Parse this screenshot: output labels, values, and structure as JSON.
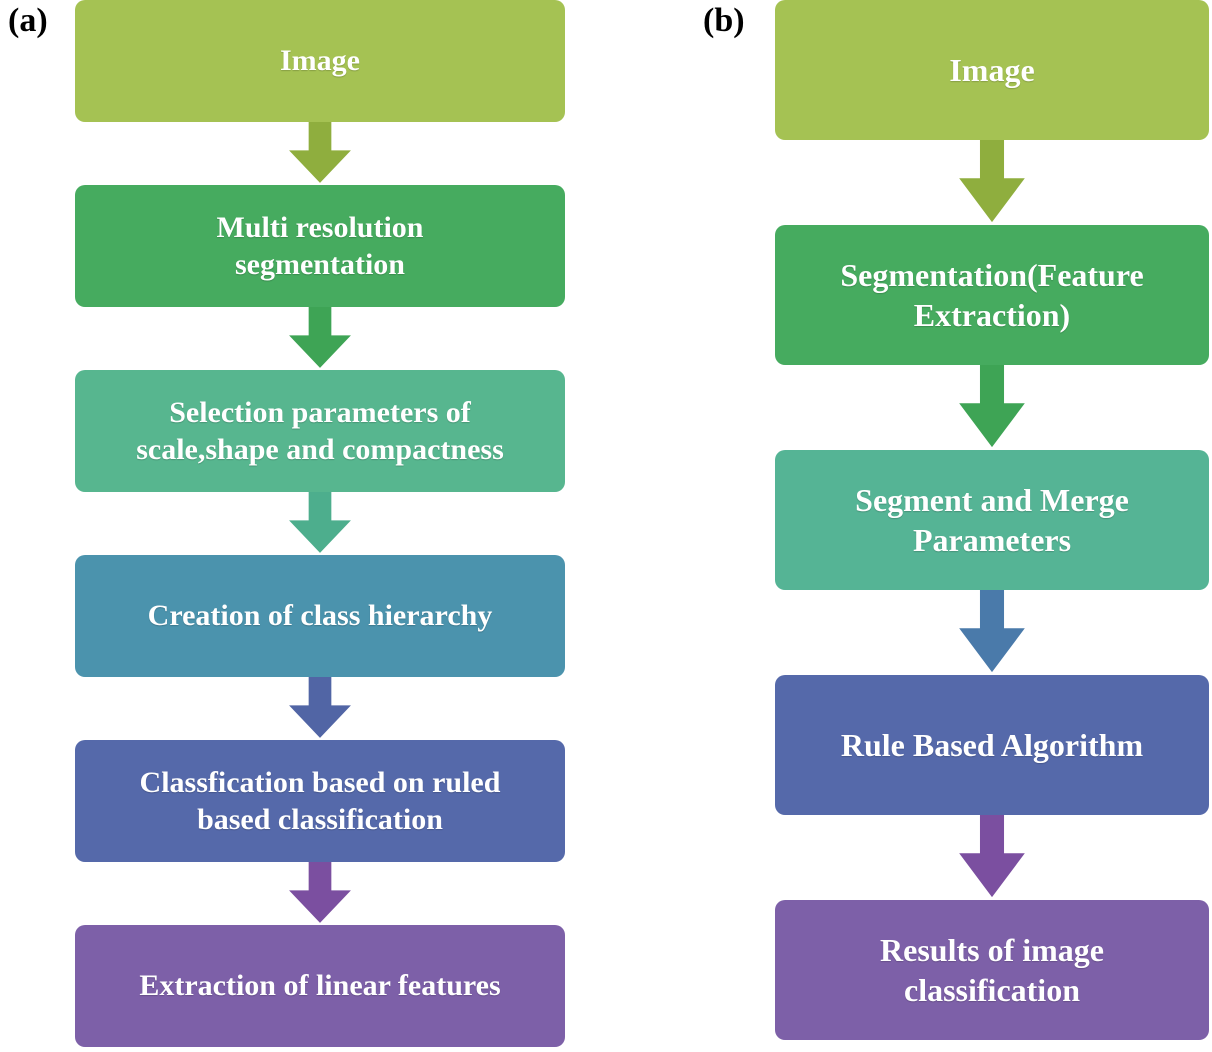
{
  "panels": [
    {
      "label": "(a)",
      "boxes": [
        {
          "text": "Image",
          "color": "#a5c253"
        },
        {
          "text": "Multi resolution\nsegmentation",
          "color": "#46ab5f"
        },
        {
          "text": "Selection parameters of\nscale,shape and compactness",
          "color": "#57b68f"
        },
        {
          "text": "Creation of class hierarchy",
          "color": "#4b93ad"
        },
        {
          "text": "Classfication based on ruled\nbased classification",
          "color": "#5569aa"
        },
        {
          "text": "Extraction of linear features",
          "color": "#7d60a8"
        }
      ],
      "arrow_colors": [
        "#8fae3e",
        "#3ea455",
        "#4dae8d",
        "#5165a5",
        "#7b4fa0"
      ]
    },
    {
      "label": "(b)",
      "boxes": [
        {
          "text": "Image",
          "color": "#a5c253"
        },
        {
          "text": "Segmentation(Feature\nExtraction)",
          "color": "#46ab5f"
        },
        {
          "text": "Segment and Merge\nParameters",
          "color": "#55b495"
        },
        {
          "text": "Rule Based Algorithm",
          "color": "#5569aa"
        },
        {
          "text": "Results of image\nclassification",
          "color": "#7d60a8"
        }
      ],
      "arrow_colors": [
        "#8fae3e",
        "#3ea455",
        "#4a7aaa",
        "#7b4fa0"
      ]
    }
  ]
}
